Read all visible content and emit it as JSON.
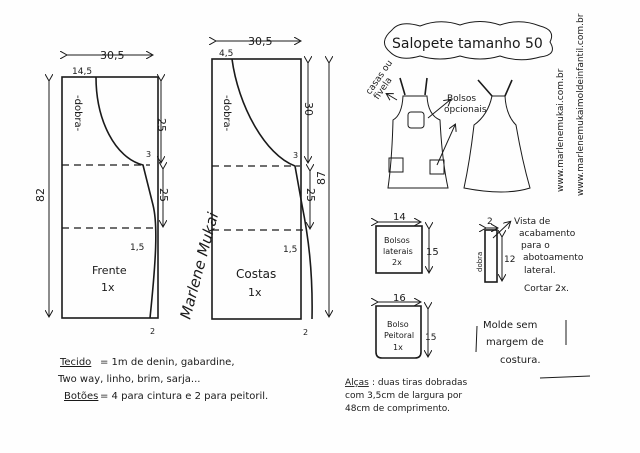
{
  "title": "Salopete tamanho 50",
  "front_piece": {
    "name": "Frente",
    "qty": "1x",
    "fold": "-dobra-",
    "width": "30,5",
    "neck": "14,5",
    "height": "82",
    "upper": "25",
    "small": "3",
    "middle": "25",
    "hip": "1,5",
    "hem": "2"
  },
  "back_piece": {
    "name": "Costas",
    "qty": "1x",
    "fold": "-dobra-",
    "width": "30,5",
    "neck": "4,5",
    "height": "87",
    "upper": "30",
    "small": "3",
    "middle": "25",
    "hip": "1,5",
    "hem": "2"
  },
  "illustration": {
    "label_buttons": [
      "casas ou",
      "fivela"
    ],
    "label_pockets": [
      "Bolsos",
      "opcionais"
    ]
  },
  "urls": [
    "www.marlenemukai.com.br",
    "www.marlenemukaimoldeinfantil.com.br"
  ],
  "side_pockets": {
    "lines": [
      "Bolsos",
      "laterais",
      "2x"
    ],
    "width": "14",
    "height": "15"
  },
  "chest_pocket": {
    "lines": [
      "Bolso",
      "Peitoral",
      "1x"
    ],
    "width": "16",
    "height": "15"
  },
  "facing": {
    "width": "2",
    "height": "12",
    "fold": "dobra",
    "lines": [
      "Vista de",
      "acabamento",
      "para o",
      "abotoamento",
      "lateral.",
      "Cortar 2x."
    ]
  },
  "note": [
    "Molde sem",
    "margem de",
    "costura."
  ],
  "fabric": {
    "label": "Tecido",
    "lines": [
      "= 1m  de denin, gabardine,",
      "Two way, linho, brim, sarja..."
    ],
    "buttons_label": "Botões",
    "buttons_text": "= 4 para cintura e 2 para peitoril."
  },
  "straps": {
    "label": "Alças",
    "lines": [
      ": duas tiras dobradas",
      "com 3,5cm de largura por",
      "48cm  de comprimento."
    ]
  },
  "signature": "Marlene Mukai"
}
